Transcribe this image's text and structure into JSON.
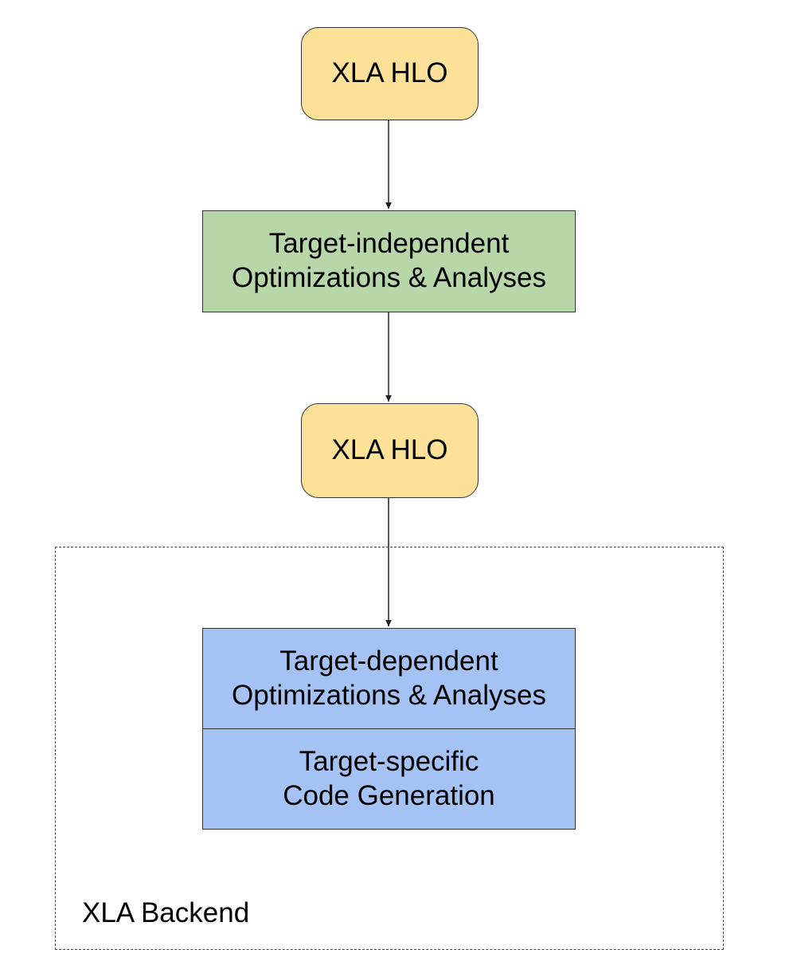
{
  "diagram": {
    "nodes": {
      "hlo_top": {
        "label": "XLA HLO",
        "fill": "#fde199"
      },
      "optimizations_independent": {
        "lines": [
          "Target-independent",
          "Optimizations & Analyses"
        ],
        "fill": "#b7d7a8"
      },
      "hlo_middle": {
        "label": "XLA HLO",
        "fill": "#fde199"
      },
      "optimizations_dependent": {
        "lines": [
          "Target-dependent",
          "Optimizations & Analyses"
        ],
        "fill": "#a4c2f4"
      },
      "code_generation": {
        "lines": [
          "Target-specific",
          "Code Generation"
        ],
        "fill": "#a4c2f4"
      }
    },
    "backend_group": {
      "label": "XLA Backend"
    },
    "edges": [
      {
        "from": "hlo_top",
        "to": "optimizations_independent"
      },
      {
        "from": "optimizations_independent",
        "to": "hlo_middle"
      },
      {
        "from": "hlo_middle",
        "to": "optimizations_dependent"
      }
    ],
    "colors": {
      "stroke": "#333333",
      "hlo_fill": "#fde199",
      "independent_fill": "#b7d7a8",
      "backend_fill": "#a4c2f4"
    }
  }
}
